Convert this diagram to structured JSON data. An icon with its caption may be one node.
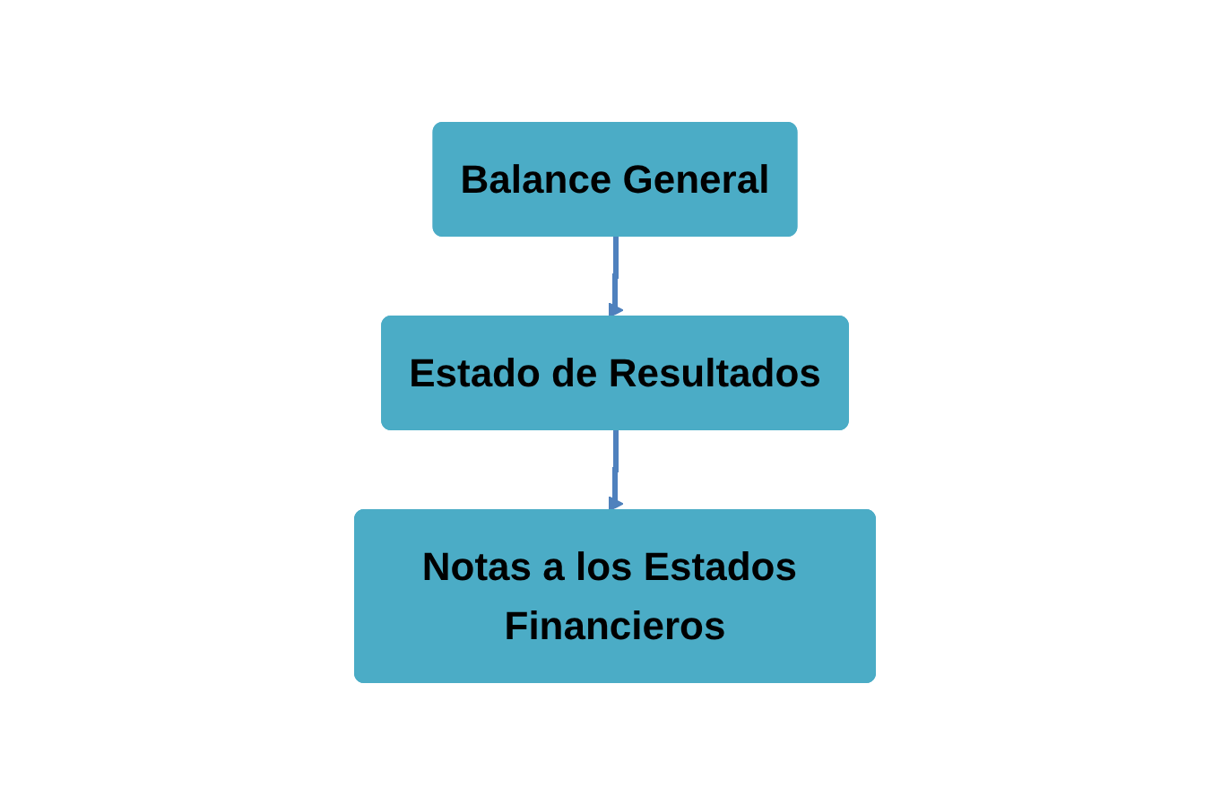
{
  "diagram": {
    "nodes": [
      {
        "text": [
          "Balance General"
        ]
      },
      {
        "text": [
          "Estado de Resultados"
        ]
      },
      {
        "text": [
          "Notas a los Estados Financieros"
        ]
      }
    ],
    "edges": [
      {
        "from": 0,
        "to": 1,
        "arrow": "to"
      },
      {
        "from": 1,
        "to": 2,
        "arrow": "to"
      }
    ]
  }
}
